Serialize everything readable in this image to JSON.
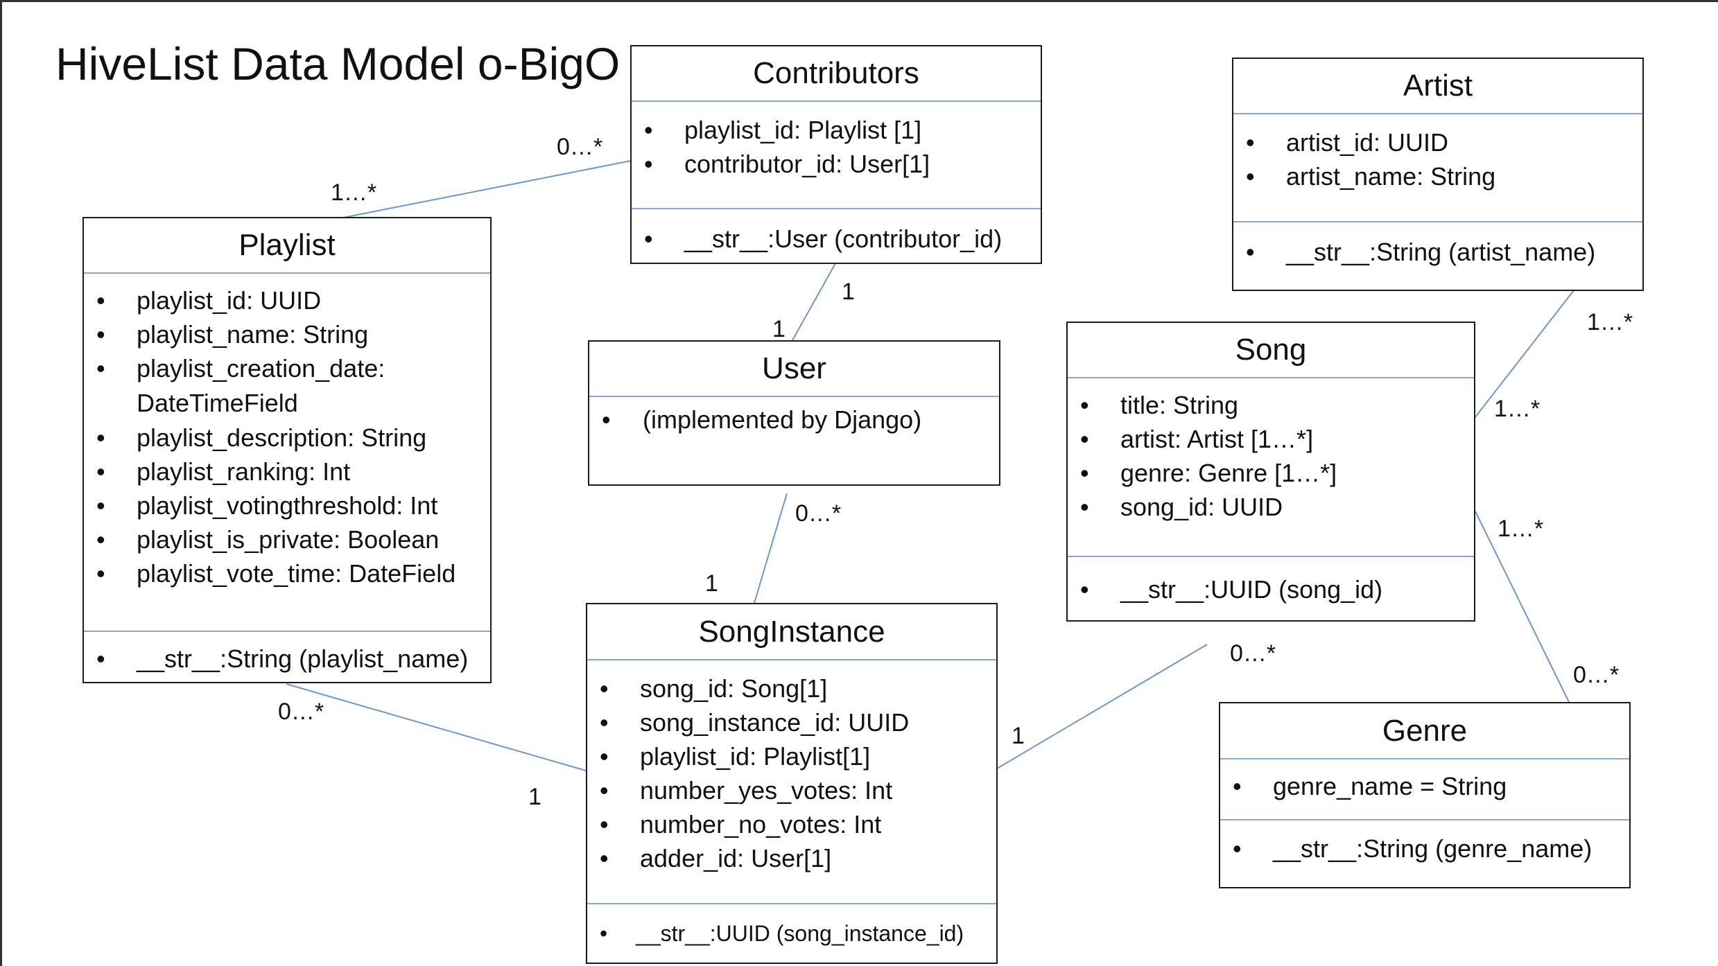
{
  "title": "HiveList Data Model o-BigO",
  "classes": {
    "contributors": {
      "name": "Contributors",
      "attributes": [
        "playlist_id: Playlist [1]",
        "contributor_id: User[1]"
      ],
      "methods": [
        "__str__:User (contributor_id)"
      ]
    },
    "artist": {
      "name": "Artist",
      "attributes": [
        "artist_id: UUID",
        "artist_name: String"
      ],
      "methods": [
        "__str__:String (artist_name)"
      ]
    },
    "playlist": {
      "name": "Playlist",
      "attributes": [
        "playlist_id: UUID",
        "playlist_name: String",
        "playlist_creation_date: DateTimeField",
        "playlist_description: String",
        "playlist_ranking: Int",
        "playlist_votingthreshold: Int",
        "playlist_is_private: Boolean",
        "playlist_vote_time: DateField"
      ],
      "methods": [
        "__str__:String (playlist_name)"
      ]
    },
    "user": {
      "name": "User",
      "attributes": [
        "(implemented by Django)"
      ]
    },
    "song": {
      "name": "Song",
      "attributes": [
        "title: String",
        "artist: Artist [1…*]",
        "genre: Genre [1…*]",
        "song_id: UUID"
      ],
      "methods": [
        "__str__:UUID (song_id)"
      ]
    },
    "songinstance": {
      "name": "SongInstance",
      "attributes": [
        "song_id: Song[1]",
        "song_instance_id: UUID",
        "playlist_id: Playlist[1]",
        "number_yes_votes: Int",
        "number_no_votes: Int",
        "adder_id: User[1]"
      ],
      "methods": [
        "__str__:UUID (song_instance_id)"
      ]
    },
    "genre": {
      "name": "Genre",
      "attributes": [
        "genre_name = String"
      ],
      "methods": [
        "__str__:String (genre_name)"
      ]
    }
  },
  "multiplicities": {
    "contributors_playlist": "0…*",
    "playlist_contributors": "1…*",
    "contributors_user": "1",
    "user_contributors": "1",
    "user_songinstance": "0…*",
    "songinstance_user": "1",
    "playlist_songinstance": "0…*",
    "songinstance_playlist": "1",
    "song_songinstance": "0…*",
    "songinstance_song": "1",
    "artist_song": "1…*",
    "song_artist": "1…*",
    "song_genre": "1…*",
    "genre_song": "0…*"
  },
  "colors": {
    "connector": "#6f95d0",
    "divider": "#8aa6d6",
    "border": "#1b1b1b"
  }
}
